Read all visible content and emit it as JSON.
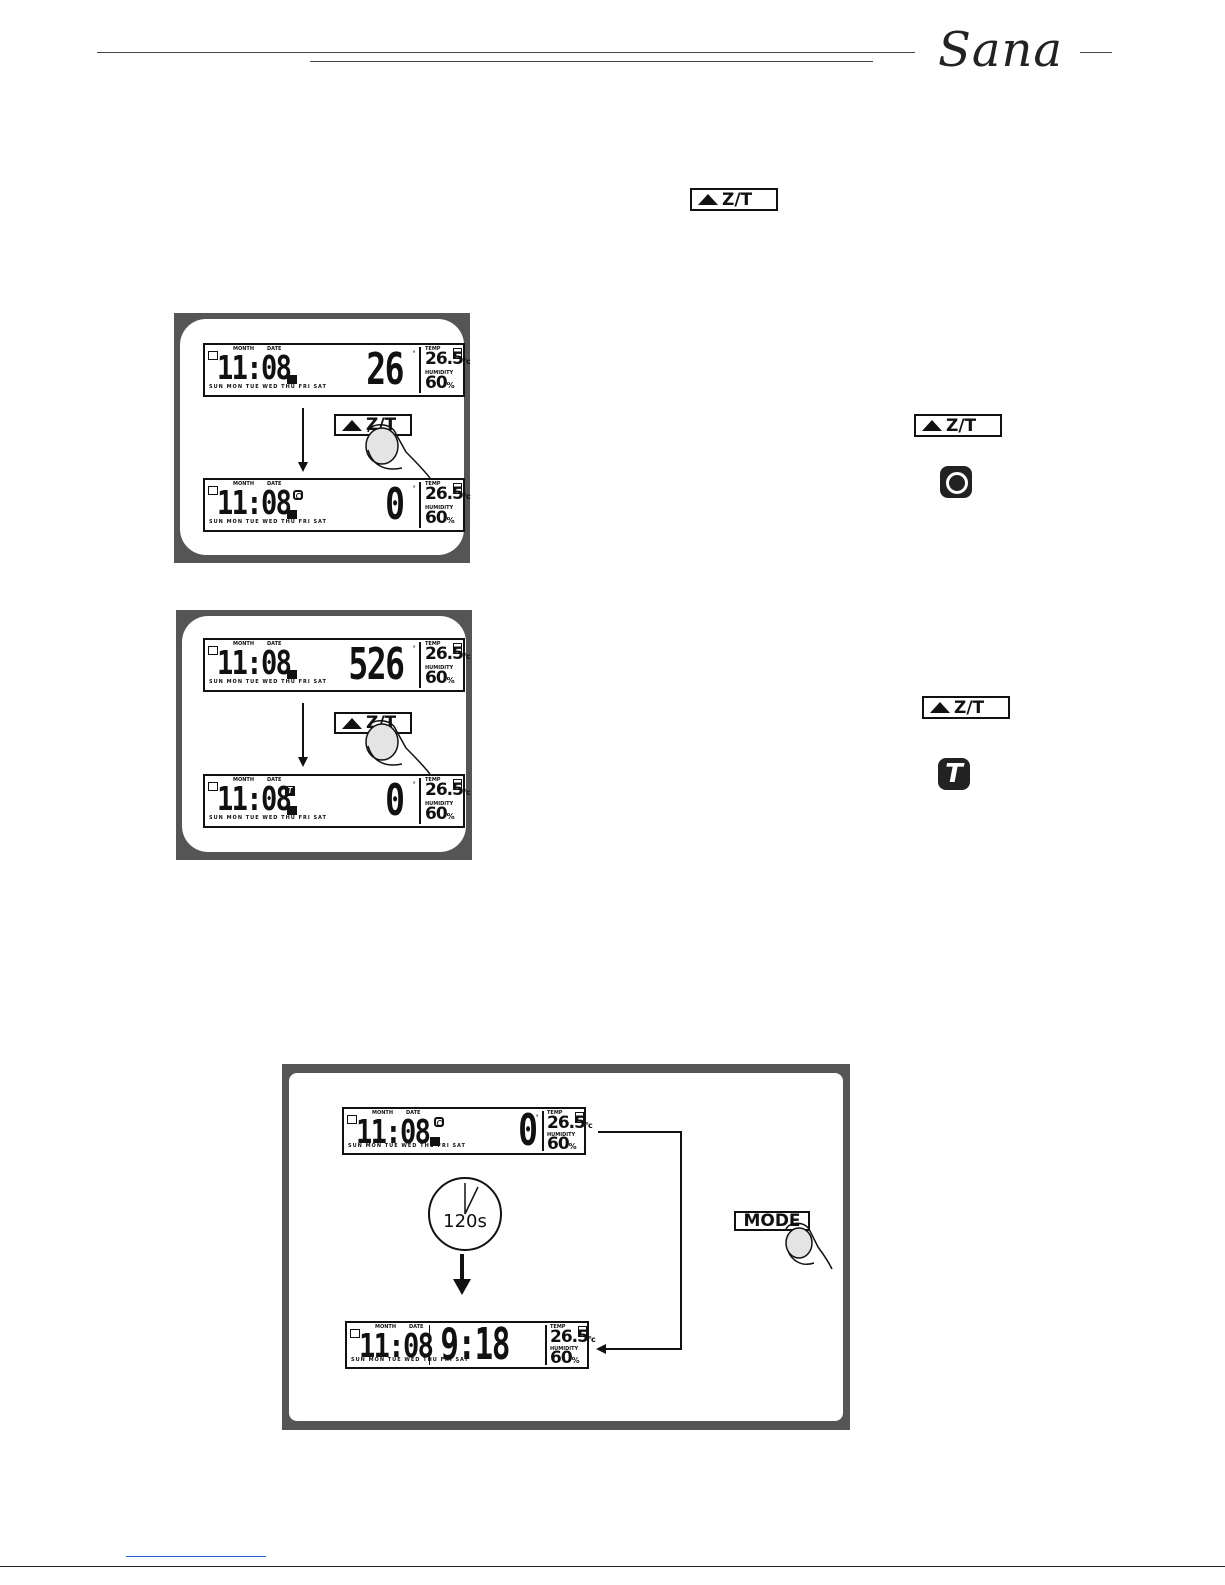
{
  "header": {
    "brand": "Sana"
  },
  "buttons": {
    "zt_label": "Z/T",
    "mode_label": "MODE"
  },
  "lcd_common": {
    "month_label": "MONTH",
    "date_label": "DATE",
    "temp_label": "TEMP",
    "humidity_label": "HUMIDITY",
    "days": "SUN MON TUE WED THU FRI SAT",
    "date_value": "11:08",
    "temp_value": "26.5",
    "temp_unit": "°c",
    "humidity_value": "60",
    "humidity_unit": "%"
  },
  "panel1": {
    "top_main": "26",
    "bottom_main": "0"
  },
  "panel2": {
    "top_main": "526",
    "bottom_main": "0",
    "t_icon": "T"
  },
  "panel3": {
    "top_main": "0",
    "bottom_main": "9:18",
    "timer_label": "120s"
  },
  "symbols": {
    "t_symbol": "T"
  }
}
